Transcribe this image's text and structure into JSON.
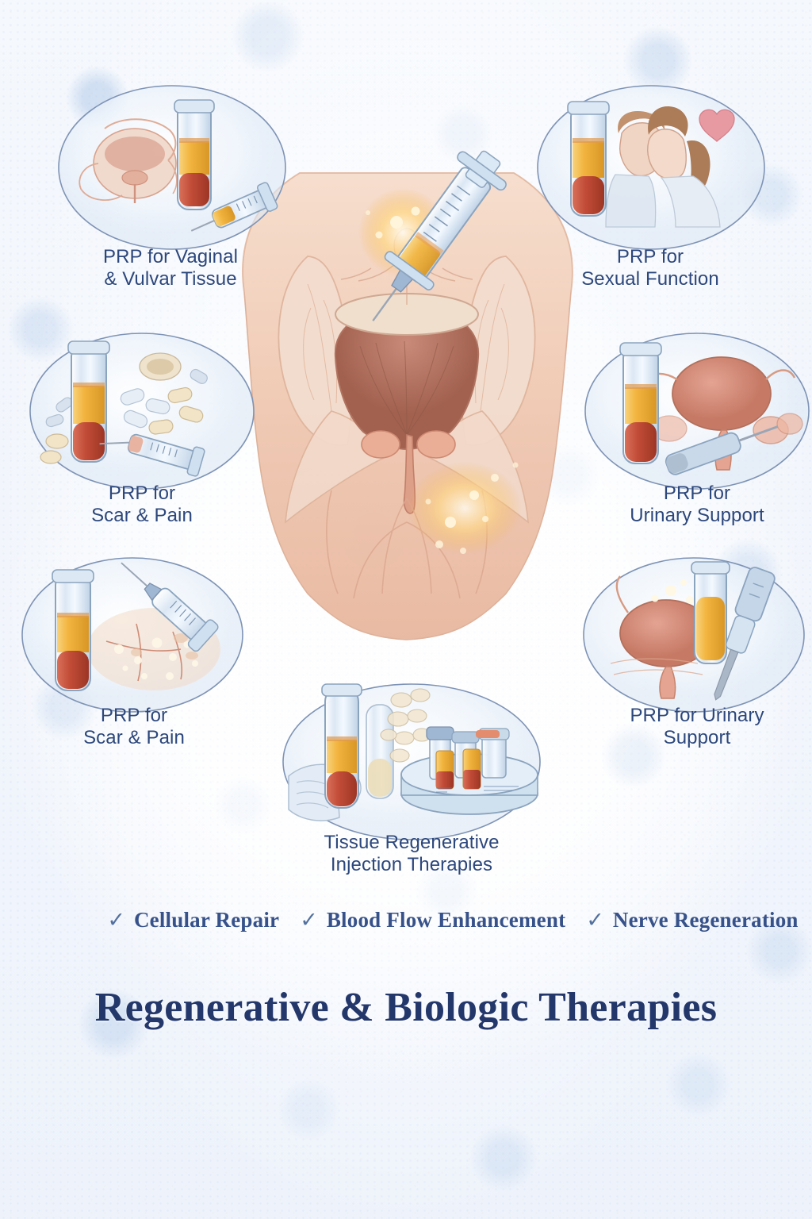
{
  "poster": {
    "title": "Regenerative & Biologic Therapies",
    "background_color": "#f2f6fc",
    "accent_color": "#2c477c",
    "title_color": "#23376b"
  },
  "center": {
    "name": "female-pelvic-anatomy-with-prp-injection",
    "description": "Female pelvic anatomy cross-section with syringe injecting golden PRP and glowing sparkles"
  },
  "circles": [
    {
      "id": "prp-vaginal-vulvar",
      "label": "PRP for Vaginal\n& Vulvar Tissue",
      "illustration": "pelvic-cross-section-tube-syringe"
    },
    {
      "id": "prp-sexual-function",
      "label": "PRP for\nSexual Function",
      "illustration": "couple-kissing-heart-prp-tube"
    },
    {
      "id": "prp-scar-pain-upper",
      "label": "PRP for\nScar & Pain",
      "illustration": "prp-tube-pills-capsules-syringe"
    },
    {
      "id": "prp-urinary-support-upper",
      "label": "PRP for\nUrinary Support",
      "illustration": "bladder-prp-tube-syringe"
    },
    {
      "id": "prp-scar-pain-lower",
      "label": "PRP for\nScar & Pain",
      "illustration": "prp-tube-syringe-skin-scar-tissue"
    },
    {
      "id": "prp-urinary-support-lower",
      "label": "PRP for Urinary\nSupport",
      "illustration": "bladder-prp-tube-injection-device"
    },
    {
      "id": "tissue-regenerative-injection",
      "label": "Tissue Regenerative\nInjection Therapies",
      "illustration": "gloved-hand-prp-tubes-centrifuge-vials"
    }
  ],
  "benefits": [
    {
      "check": "✓",
      "text": "Cellular Repair"
    },
    {
      "check": "✓",
      "text": "Blood Flow Enhancement"
    },
    {
      "check": "✓",
      "text": "Nerve Regeneration"
    }
  ],
  "palette": {
    "plasma_gold": "#f0b541",
    "blood_red": "#c4503c",
    "glass_blue": "#c3d6ea",
    "skin_tone": "#efc9b4",
    "tissue_rose": "#d08b7a",
    "circle_outline": "#7e93b5"
  }
}
